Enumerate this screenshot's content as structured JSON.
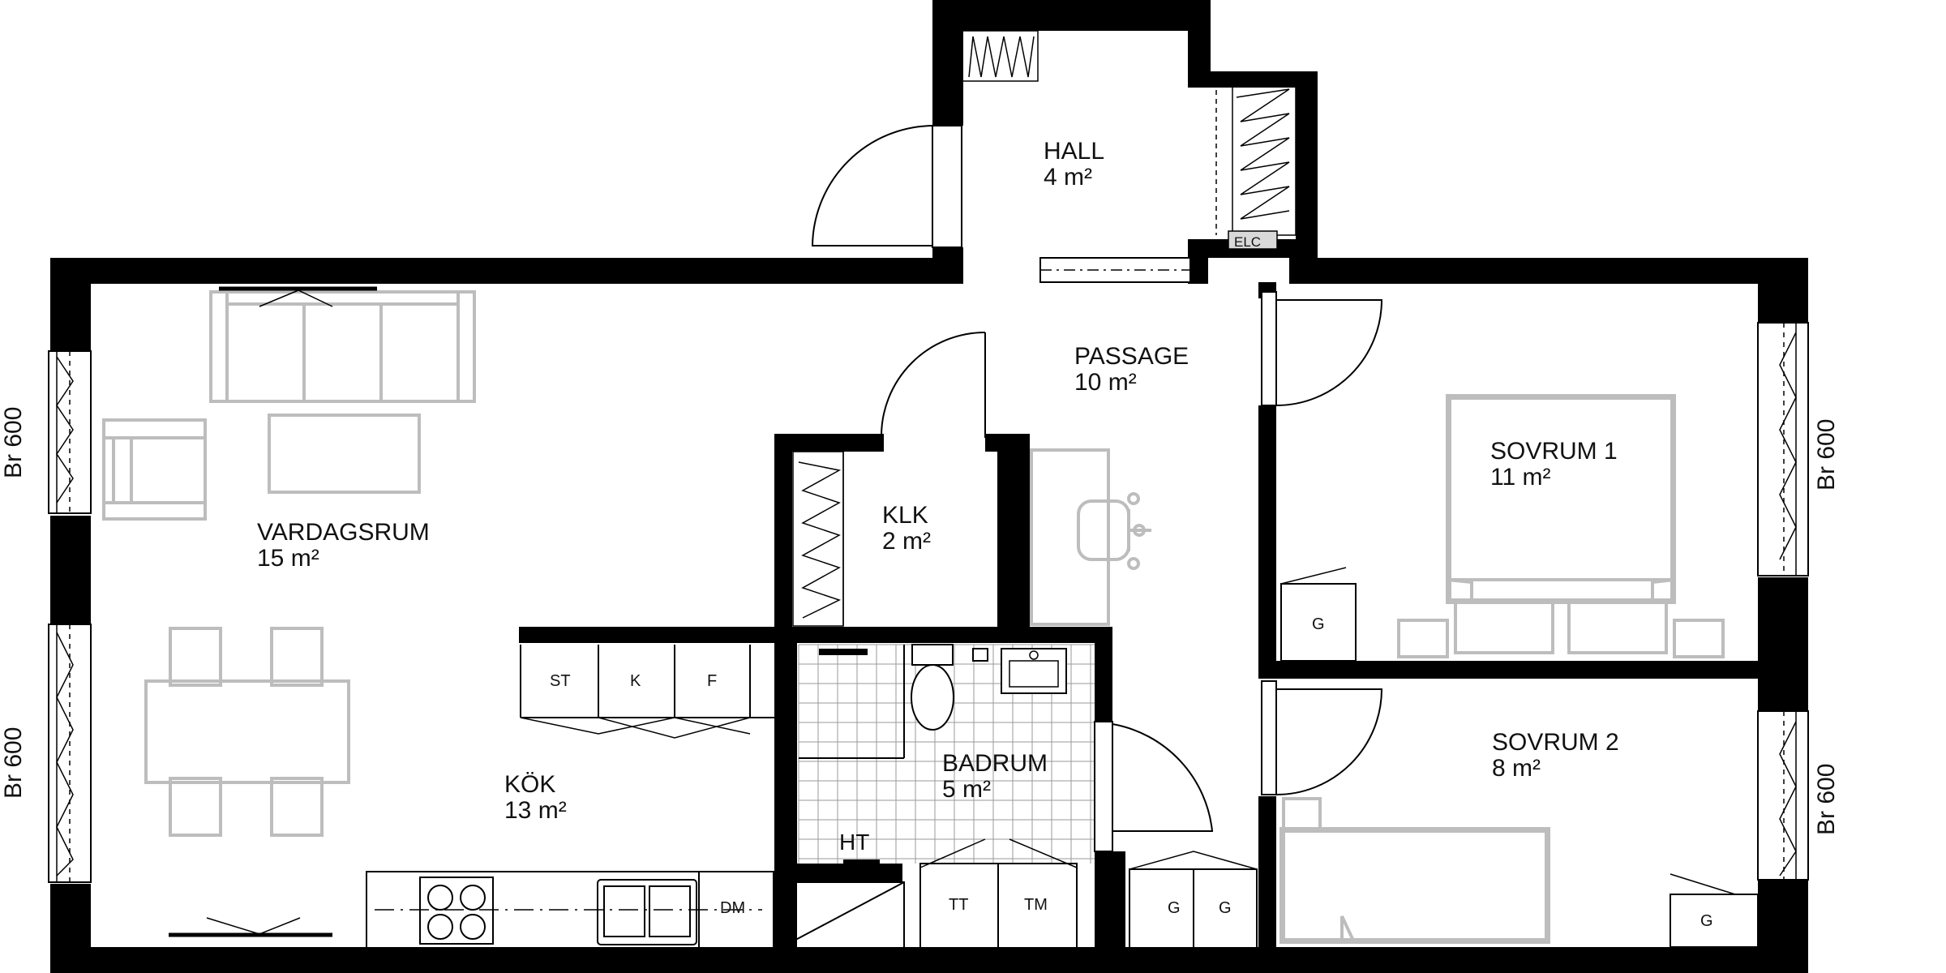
{
  "rooms": [
    {
      "name": "HALL",
      "area": "4 m²"
    },
    {
      "name": "PASSAGE",
      "area": "10 m²"
    },
    {
      "name": "KLK",
      "area": "2 m²"
    },
    {
      "name": "VARDAGSRUM",
      "area": "15 m²"
    },
    {
      "name": "SOVRUM 1",
      "area": "11 m²"
    },
    {
      "name": "SOVRUM 2",
      "area": "8 m²"
    },
    {
      "name": "BADRUM",
      "area": "5 m²"
    },
    {
      "name": "KÖK",
      "area": "13 m²"
    }
  ],
  "appliances": {
    "st": "ST",
    "k": "K",
    "f": "F",
    "dm": "DM",
    "tt": "TT",
    "tm": "TM",
    "ht": "HT",
    "elc": "ELC",
    "g": "G"
  },
  "window_labels": {
    "left_upper": "Br 600",
    "left_lower": "Br 600",
    "right_upper": "Br 600",
    "right_lower": "Br 600"
  }
}
